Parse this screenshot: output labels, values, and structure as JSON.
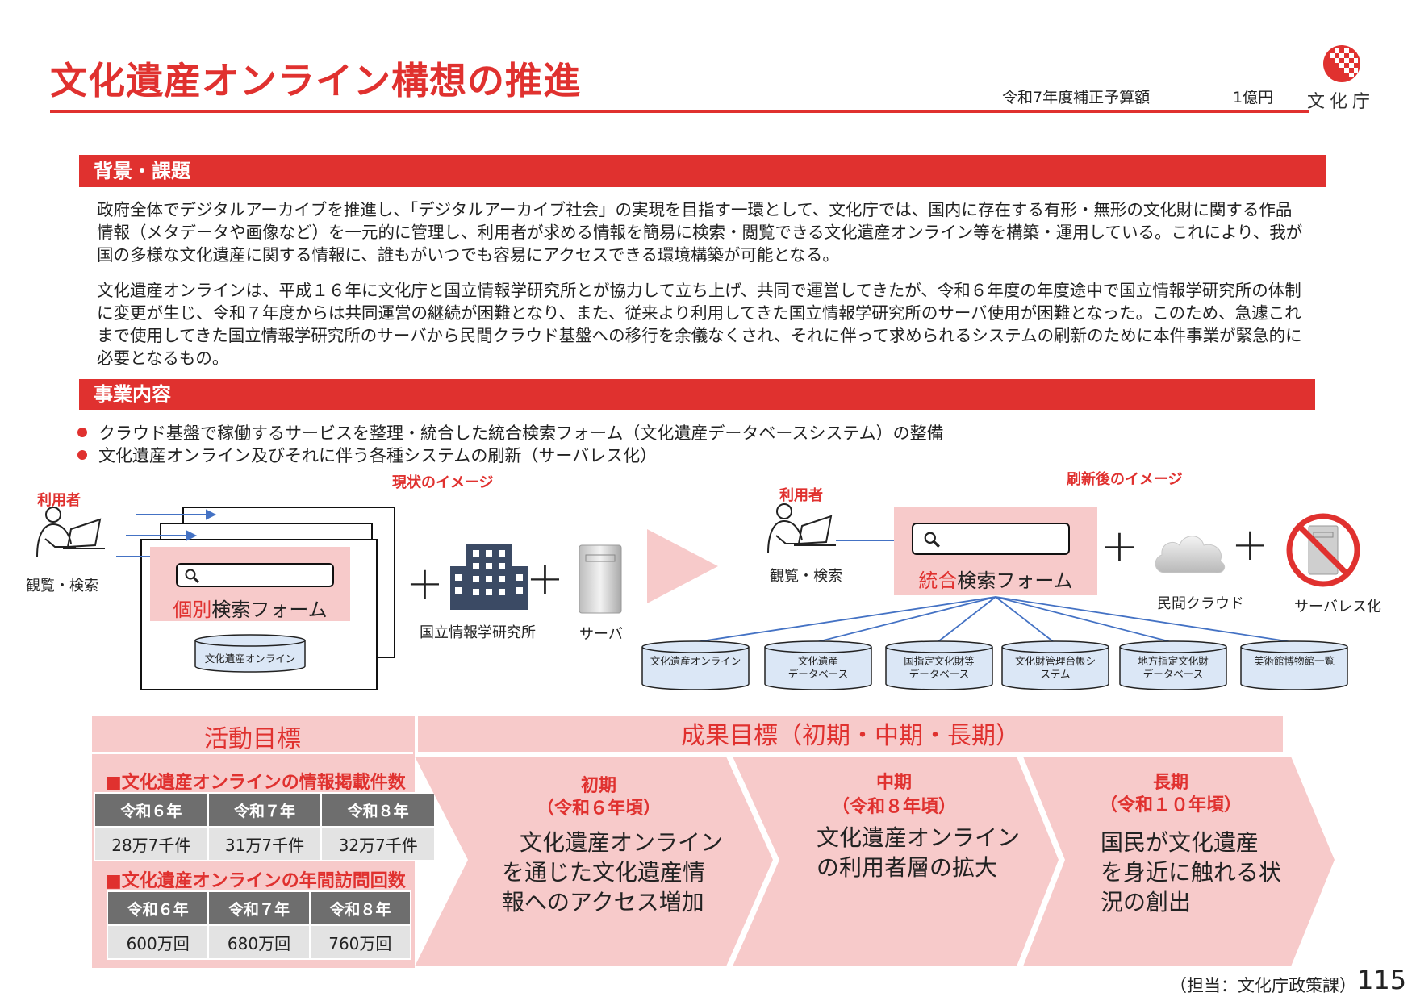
{
  "header": {
    "title": "文化遺産オンライン構想の推進",
    "budget_label": "令和7年度補正予算額",
    "budget_amount": "1億円",
    "logo_text": "文化庁",
    "brand_color": "#e0312f"
  },
  "background_section": {
    "heading": "背景・課題",
    "paragraph1": "政府全体でデジタルアーカイブを推進し、「デジタルアーカイブ社会」の実現を目指す一環として、文化庁では、国内に存在する有形・無形の文化財に関する作品情報（メタデータや画像など）を一元的に管理し、利用者が求める情報を簡易に検索・閲覧できる文化遺産オンライン等を構築・運用している。これにより、我が国の多様な文化遺産に関する情報に、誰もがいつでも容易にアクセスできる環境構築が可能となる。",
    "paragraph2": "文化遺産オンラインは、平成１６年に文化庁と国立情報学研究所とが協力して立ち上げ、共同で運営してきたが、令和６年度の年度途中で国立情報学研究所の体制に変更が生じ、令和７年度からは共同運営の継続が困難となり、また、従来より利用してきた国立情報学研究所のサーバ使用が困難となった。このため、急遽これまで使用してきた国立情報学研究所のサーバから民間クラウド基盤への移行を余儀なくされ、それに伴って求められるシステムの刷新のために本件事業が緊急的に必要となるもの。"
  },
  "business_section": {
    "heading": "事業内容",
    "bullets": [
      "クラウド基盤で稼働するサービスを整理・統合した統合検索フォーム（文化遺産データベースシステム）の整備",
      "文化遺産オンライン及びそれに伴う各種システムの刷新（サーバレス化）"
    ]
  },
  "current_image": {
    "caption": "現状のイメージ",
    "user_label": "利用者",
    "action_label": "観覧・検索",
    "form_highlight": "個別",
    "form_rest": "検索フォーム",
    "db_label": "文化遺産オンライン",
    "institute_label": "国立情報学研究所",
    "server_label": "サーバ"
  },
  "future_image": {
    "caption": "刷新後のイメージ",
    "user_label": "利用者",
    "action_label": "観覧・検索",
    "form_highlight": "統合",
    "form_rest": "検索フォーム",
    "cloud_label": "民間クラウド",
    "serverless_label": "サーバレス化",
    "databases": [
      {
        "line1": "文化遺産オンライン",
        "line2": ""
      },
      {
        "line1": "文化遺産",
        "line2": "データベース"
      },
      {
        "line1": "国指定文化財等",
        "line2": "データベース"
      },
      {
        "line1": "文化財管理台帳シ",
        "line2": "ステム"
      },
      {
        "line1": "地方指定文化財",
        "line2": "データベース"
      },
      {
        "line1": "美術館博物館一覧",
        "line2": ""
      }
    ]
  },
  "activity": {
    "heading": "活動目標",
    "metric1": {
      "title": "■文化遺産オンラインの情報掲載件数",
      "headers": [
        "令和６年",
        "令和７年",
        "令和８年"
      ],
      "values": [
        "28万7千件",
        "31万7千件",
        "32万7千件"
      ]
    },
    "metric2": {
      "title": "■文化遺産オンラインの年間訪問回数",
      "headers": [
        "令和６年",
        "令和７年",
        "令和８年"
      ],
      "values": [
        "600万回",
        "680万回",
        "760万回"
      ]
    }
  },
  "outcomes": {
    "heading": "成果目標（初期・中期・長期）",
    "phases": [
      {
        "name": "初期",
        "period": "（令和６年頃）",
        "text": [
          "文化遺産オンライン",
          "を通じた文化遺産情",
          "報へのアクセス増加"
        ]
      },
      {
        "name": "中期",
        "period": "（令和８年頃）",
        "text": [
          "文化遺産オンライン",
          "の利用者層の拡大"
        ]
      },
      {
        "name": "長期",
        "period": "（令和１０年頃）",
        "text": [
          "国民が文化遺産",
          "を身近に触れる状",
          "況の創出"
        ]
      }
    ]
  },
  "footer": {
    "contact": "（担当：文化庁政策課）",
    "page_number": "115"
  }
}
